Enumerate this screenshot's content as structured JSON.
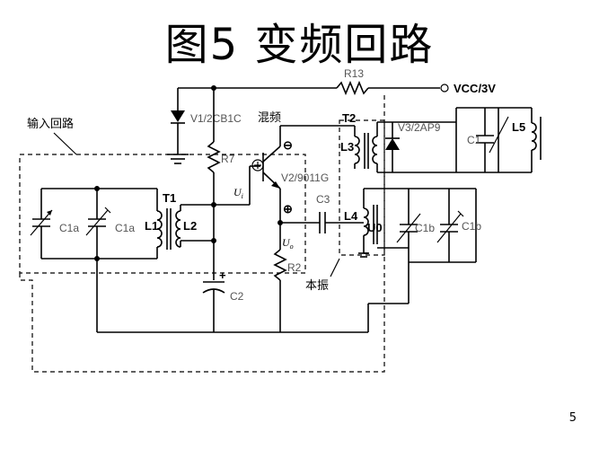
{
  "slide": {
    "title": "图5  变频回路",
    "page_number": "5"
  },
  "diagram": {
    "labels": {
      "r13": "R13",
      "vcc": "VCC/3V",
      "v1": "V1/2CB1C",
      "r7": "R7",
      "mixer": "混频",
      "v2": "V2/9011G",
      "ui": "U",
      "ui_sub": "i",
      "c3": "C3",
      "uo": "U",
      "uo_sub": "o",
      "r2": "R2",
      "c2": "C2",
      "input_loop": "输入回路",
      "t1": "T1",
      "l1": "L1",
      "l2": "L2",
      "c1a_fixed": "C1a",
      "c1a_var": "C1a",
      "t2": "T2",
      "l3": "L3",
      "v3": "V3/2AP9",
      "c1": "C1",
      "l5": "L5",
      "l4": "L4",
      "u0": "U0",
      "c1b_fixed": "C1b",
      "c1b_var": "C1b",
      "local_osc": "本振",
      "minus_sign": "⊖",
      "plus_sign": "⊕",
      "plus_sign_c2": "+"
    }
  }
}
